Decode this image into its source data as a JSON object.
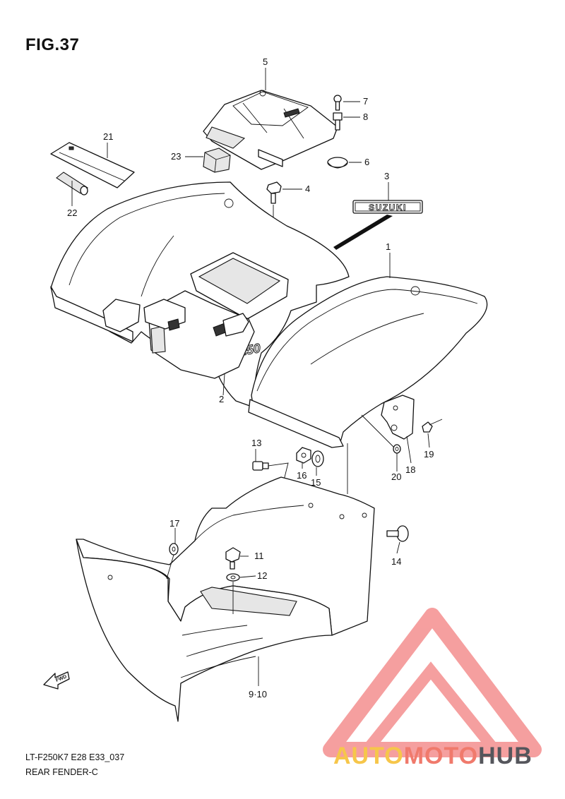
{
  "figure": {
    "title": "FIG.37",
    "code": "LT-F250K7 E28 E33_037",
    "name": "REAR FENDER-C"
  },
  "parts": {
    "p1": "1",
    "p2": "2",
    "p3": "3",
    "p4": "4",
    "p5": "5",
    "p6": "6",
    "p7": "7",
    "p8": "8",
    "p9_10": "9·10",
    "p11": "11",
    "p12": "12",
    "p13": "13",
    "p14": "14",
    "p15": "15",
    "p16": "16",
    "p17": "17",
    "p18": "18",
    "p19": "19",
    "p20": "20",
    "p21": "21",
    "p22": "22",
    "p23": "23"
  },
  "emblem": {
    "text": "SUZUKI"
  },
  "fwd": {
    "text": "FWD"
  },
  "watermark": {
    "part1": "AUTO",
    "part2": "MOTO",
    "part3": "HUB",
    "colors": {
      "auto": "#f6c64a",
      "moto": "#f07a6c",
      "hub": "#55565c",
      "triangle": "#f59a9a"
    }
  }
}
